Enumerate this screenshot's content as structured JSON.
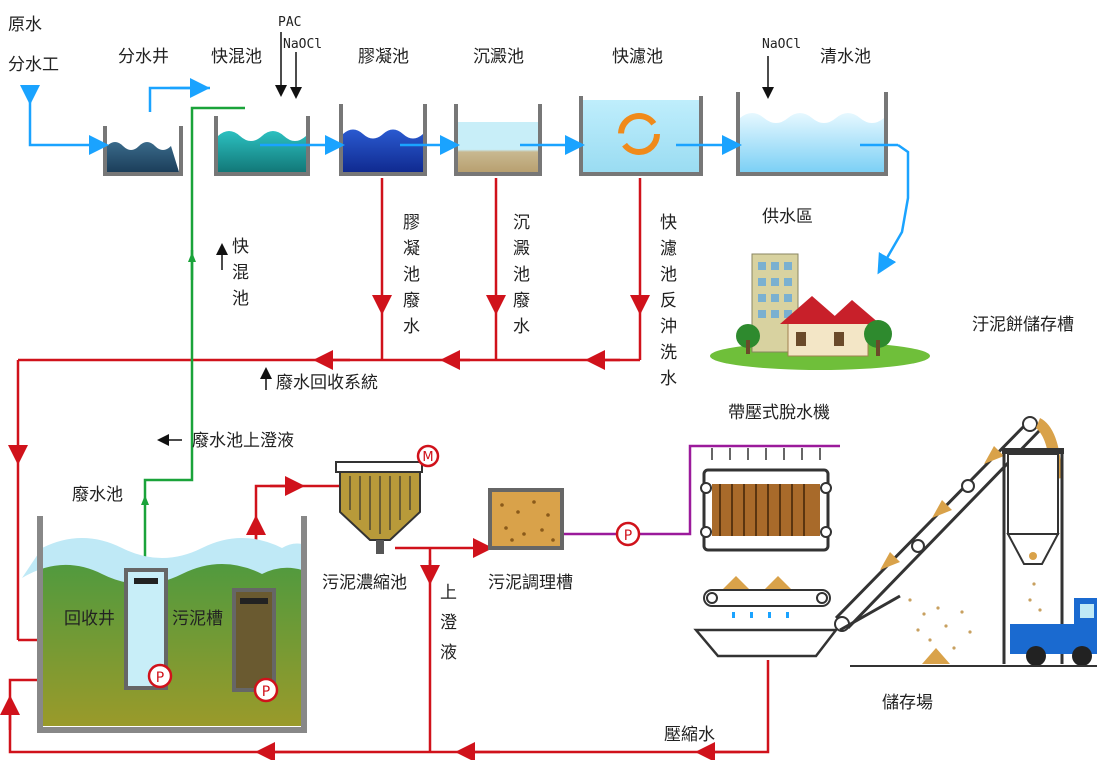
{
  "labels": {
    "raw_water": "原水",
    "water_division": "分水工",
    "distribution_well": "分水井",
    "rapid_mix_tank": "快混池",
    "pac": "PAC",
    "naocl_1": "NaOCl",
    "coagulation_tank": "膠凝池",
    "sedimentation_tank": "沉澱池",
    "rapid_filter": "快濾池",
    "naocl_2": "NaOCl",
    "clear_water_tank": "清水池",
    "supply_area": "供水區",
    "sludge_cake_storage": "汙泥餅儲存槽",
    "wastewater_recovery": "廢水回收系統",
    "supernatant_return": "廢水池上澄液",
    "belt_press": "帶壓式脫水機",
    "wastewater_pool": "廢水池",
    "recovery_well": "回收井",
    "sludge_tank": "污泥槽",
    "sludge_thickener": "污泥濃縮池",
    "sludge_conditioning": "污泥調理槽",
    "storage_yard": "儲存場",
    "pressed_water": "壓縮水",
    "pump": "P",
    "motor": "M"
  },
  "vertical_labels": {
    "rapid_mix_return": [
      "快",
      "混",
      "池"
    ],
    "coag_waste": [
      "膠",
      "凝",
      "池",
      "廢",
      "水"
    ],
    "sed_waste": [
      "沉",
      "澱",
      "池",
      "廢",
      "水"
    ],
    "filter_backwash": [
      "快",
      "濾",
      "池",
      "反",
      "沖",
      "洗",
      "水"
    ],
    "supernatant": [
      "上",
      "澄",
      "液"
    ]
  },
  "colors": {
    "water_line": "#1aa3ff",
    "waste_line": "#d0121b",
    "return_line": "#1aa33a",
    "sludge_line": "#9b1a9b"
  }
}
